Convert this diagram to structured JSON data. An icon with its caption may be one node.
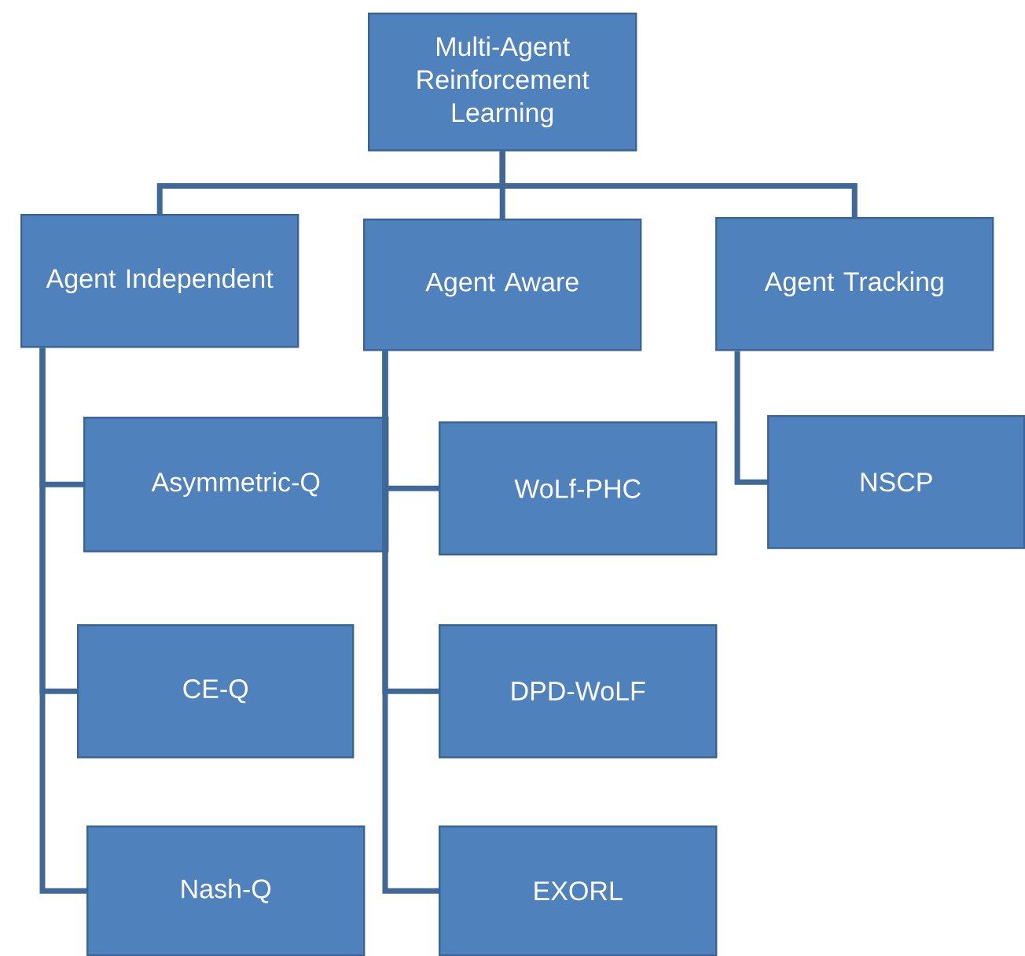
{
  "diagram": {
    "nodes": [
      {
        "text": [
          "Multi-Agent Reinforcement Learning"
        ]
      },
      {
        "text": [
          "Agent Independent"
        ]
      },
      {
        "text": [
          "Agent Aware"
        ]
      },
      {
        "text": [
          "Agent Tracking"
        ]
      },
      {
        "text": [
          "Asymmetric-Q"
        ]
      },
      {
        "text": [
          "CE-Q"
        ]
      },
      {
        "text": [
          "Nash-Q"
        ]
      },
      {
        "text": [
          "WoLf-PHC"
        ]
      },
      {
        "text": [
          "DPD-WoLF"
        ]
      },
      {
        "text": [
          "EXORL"
        ]
      },
      {
        "text": [
          "NSCP"
        ]
      }
    ],
    "edges": [
      {
        "from": 0,
        "to": 1,
        "arrow": "none"
      },
      {
        "from": 0,
        "to": 2,
        "arrow": "none"
      },
      {
        "from": 0,
        "to": 3,
        "arrow": "none"
      },
      {
        "from": 1,
        "to": 4,
        "arrow": "none"
      },
      {
        "from": 1,
        "to": 5,
        "arrow": "none"
      },
      {
        "from": 1,
        "to": 6,
        "arrow": "none"
      },
      {
        "from": 2,
        "to": 7,
        "arrow": "none"
      },
      {
        "from": 2,
        "to": 8,
        "arrow": "none"
      },
      {
        "from": 2,
        "to": 9,
        "arrow": "none"
      },
      {
        "from": 3,
        "to": 10,
        "arrow": "none"
      }
    ]
  }
}
